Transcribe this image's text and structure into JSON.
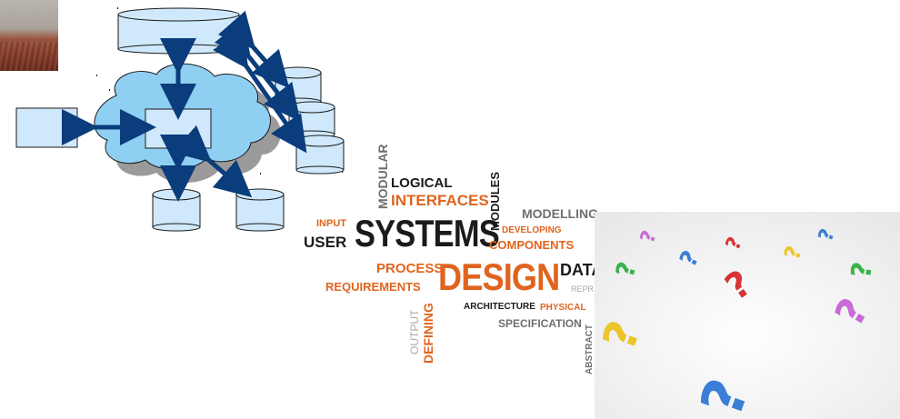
{
  "photo": {
    "icon": "forearm-photo-icon"
  },
  "diagram": {
    "icon": "cloud-database-architecture-icon"
  },
  "wordcloud": {
    "words": {
      "modular": "MODULAR",
      "logical": "LOGICAL",
      "interfaces": "INTERFACES",
      "modules": "MODULES",
      "modelling": "MODELLING",
      "input": "INPUT",
      "systems": "SYSTEMS",
      "developing": "DEVELOPING",
      "user": "USER",
      "components": "COMPONENTS",
      "process": "PROCESS",
      "design": "DESIGN",
      "data": "DATA",
      "requirements": "REQUIREMENTS",
      "repr": "REPR",
      "output": "OUTPUT",
      "defining": "DEFINING",
      "architecture": "ARCHITECTURE",
      "physical": "PHYSICAL",
      "specification": "SPECIFICATION",
      "abstract": "ABSTRACT"
    }
  },
  "questions": {
    "icon": "question-marks-icon"
  },
  "colors": {
    "diagram_fill": "#cfe8fb",
    "cloud_fill": "#8fd0f2",
    "cloud_shadow": "#9a9a9a",
    "arrow": "#0b3c7c",
    "accent_orange": "#e0641e"
  }
}
